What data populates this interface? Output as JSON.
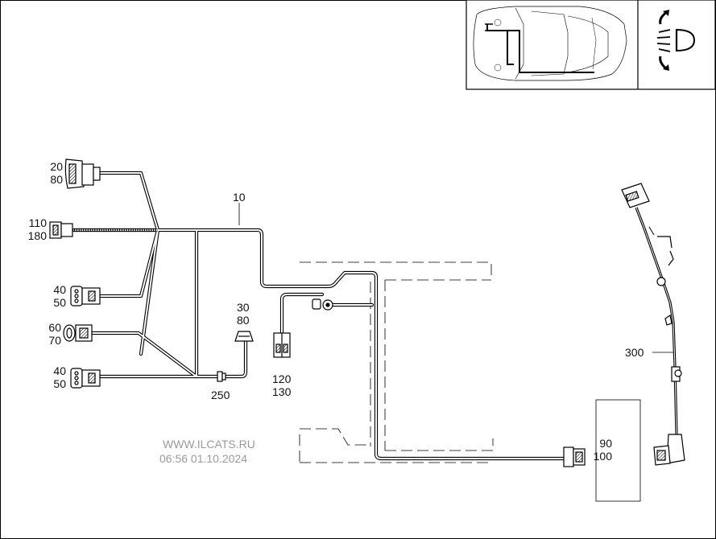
{
  "labels": {
    "l_20": "20",
    "l_80a": "80",
    "l_110": "110",
    "l_180": "180",
    "l_40a": "40",
    "l_50a": "50",
    "l_60": "60",
    "l_70": "70",
    "l_40b": "40",
    "l_50b": "50",
    "l_10": "10",
    "l_30": "30",
    "l_80b": "80",
    "l_120": "120",
    "l_130": "130",
    "l_250": "250",
    "l_90": "90",
    "l_100": "100",
    "l_300": "300"
  },
  "watermark": {
    "site": "WWW.ILCATS.RU",
    "timestamp": "06:56 01.10.2024"
  },
  "icons": {
    "locator": "car-locator-icon",
    "headlamp": "headlamp-range-icon"
  },
  "colors": {
    "line": "#000000",
    "watermark": "#9a9a9a",
    "background": "#ffffff"
  }
}
